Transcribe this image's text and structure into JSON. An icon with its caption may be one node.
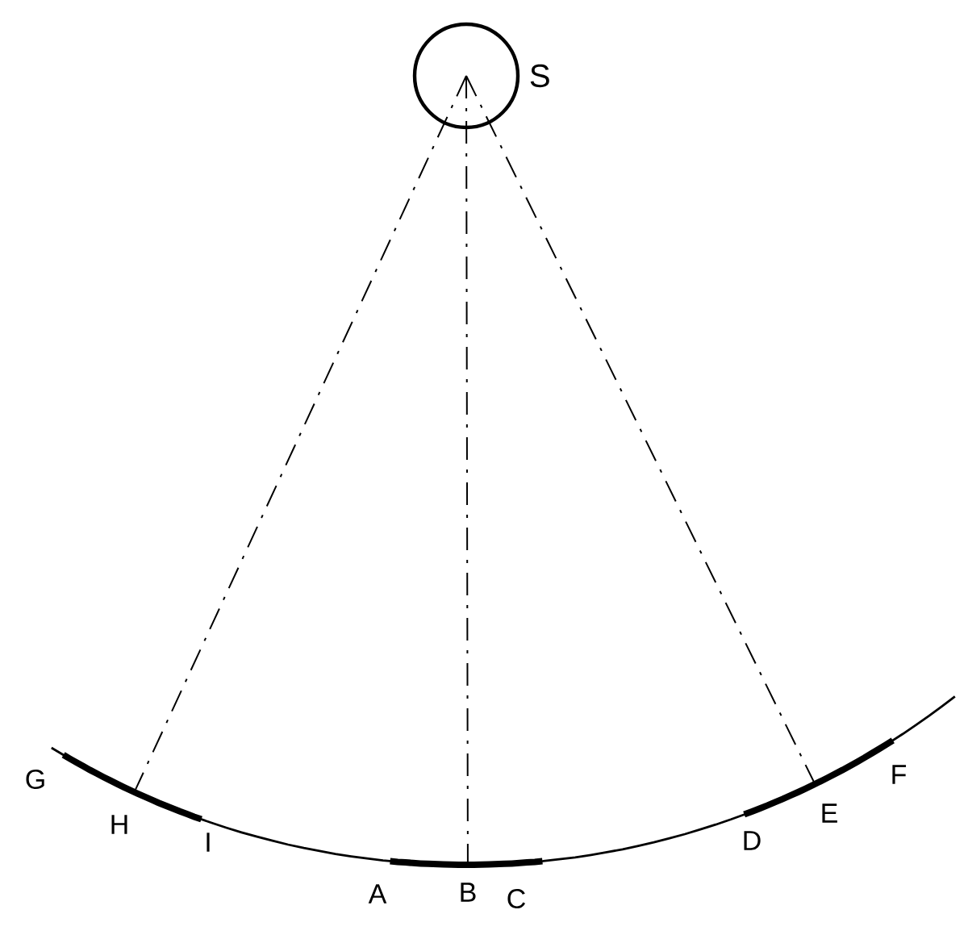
{
  "diagram": {
    "nodes": [
      {
        "text": [
          "S"
        ]
      },
      {
        "text": [
          "H"
        ]
      },
      {
        "text": [
          "B"
        ]
      },
      {
        "text": [
          "E"
        ]
      }
    ],
    "edges": [
      {
        "from": 0,
        "to": 1,
        "arrow": "none",
        "style": "dashed"
      },
      {
        "from": 0,
        "to": 2,
        "arrow": "none",
        "style": "dashed"
      },
      {
        "from": 0,
        "to": 3,
        "arrow": "none",
        "style": "dashed"
      }
    ],
    "labels": [
      "G",
      "I",
      "A",
      "C",
      "D",
      "F"
    ]
  }
}
